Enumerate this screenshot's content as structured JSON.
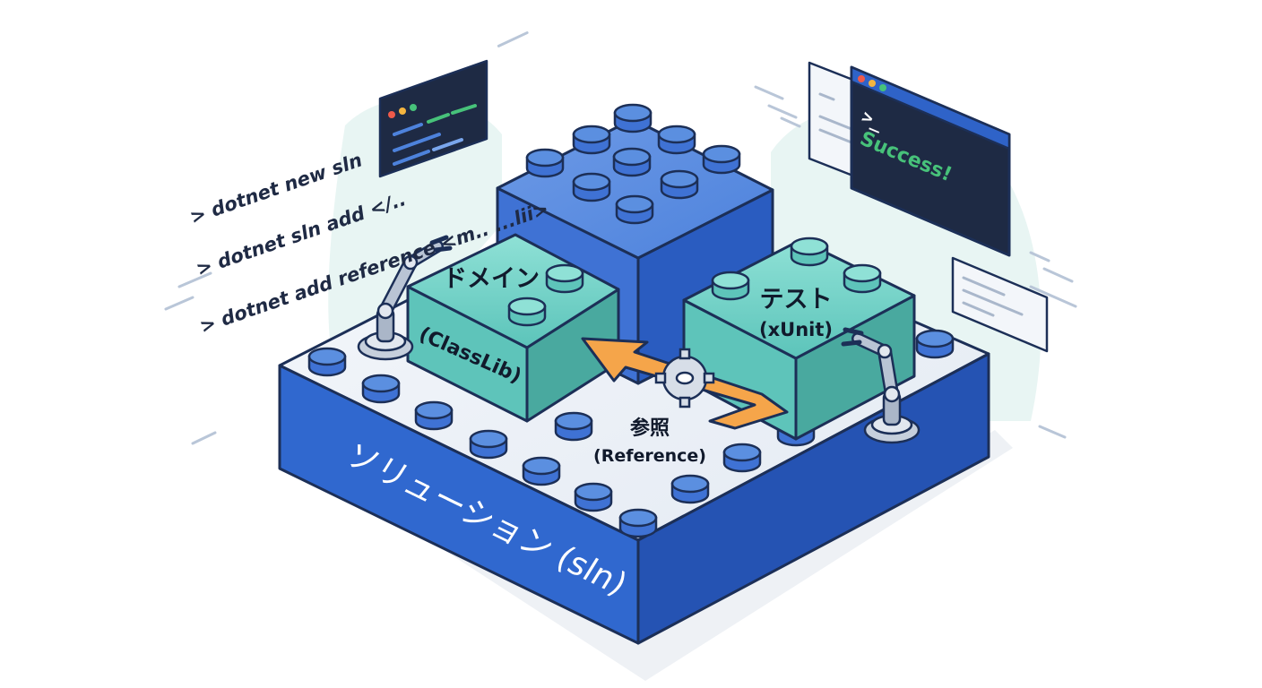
{
  "commands": [
    "> dotnet new sln",
    "> dotnet sln add </..",
    "> dotnet add reference <m.. ...lii>"
  ],
  "blocks": {
    "domain": {
      "title": "ドメイン",
      "subtitle": "(ClassLib)"
    },
    "test": {
      "title": "テスト",
      "subtitle": "(xUnit)"
    }
  },
  "reference": {
    "title": "参照",
    "subtitle": "(Reference)"
  },
  "solution": {
    "label": "ソリューション (sln)"
  },
  "terminal": {
    "prompt": ">_",
    "message": "Success!"
  },
  "colors": {
    "base_top": "#eef2f7",
    "base_front": "#2f63c8",
    "block_blue": "#3f72d4",
    "block_teal": "#6fcfc6",
    "arrow": "#f5a54a",
    "success": "#47c27a",
    "terminal_bg": "#1e2a44"
  },
  "icons": [
    "code-window-icon",
    "terminal-icon",
    "gear-icon",
    "robot-arm-icon"
  ]
}
